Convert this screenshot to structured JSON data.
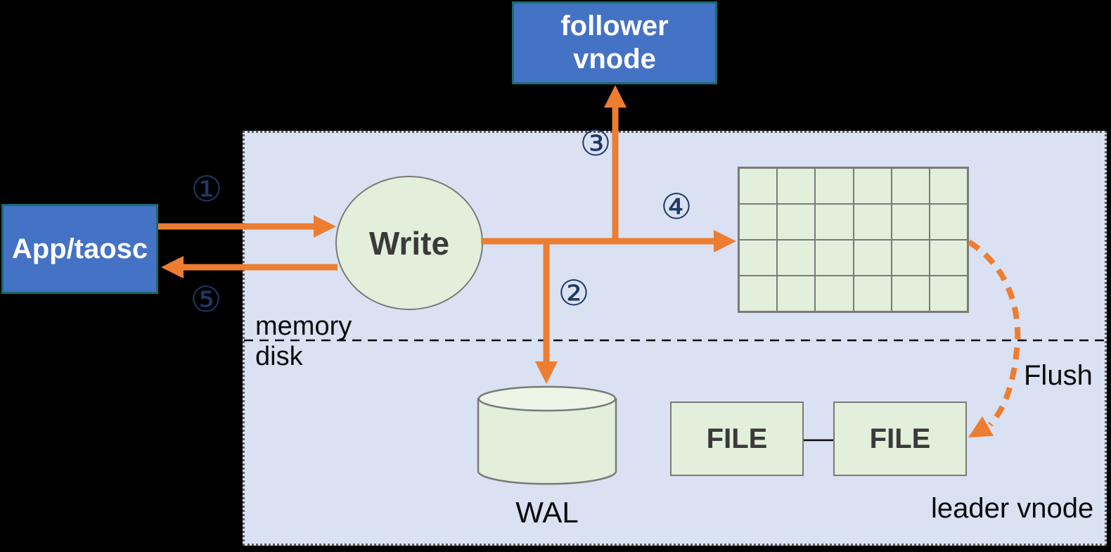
{
  "colors": {
    "background": "#000000",
    "container_fill": "#D9E1F2",
    "node_blue": "#4472C4",
    "node_blue_border": "#1B6A70",
    "node_green": "#E2EFDA",
    "cylinder_top_green": "#EDF5E6",
    "arrow_orange": "#ED7D31",
    "step_number_navy": "#1F3864",
    "shape_border_gray": "#7A7A7A",
    "dark_text": "#3A3A3A"
  },
  "nodes": {
    "app": {
      "label": "App/taosc"
    },
    "follower": {
      "line1": "follower",
      "line2": "vnode"
    },
    "write": {
      "label": "Write"
    },
    "wal": {
      "label": "WAL"
    },
    "file_left": {
      "label": "FILE"
    },
    "file_right": {
      "label": "FILE"
    }
  },
  "annotations": {
    "memory": "memory",
    "disk": "disk",
    "flush": "Flush",
    "leader": "leader vnode"
  },
  "steps": [
    {
      "glyph": "①"
    },
    {
      "glyph": "②"
    },
    {
      "glyph": "③"
    },
    {
      "glyph": "④"
    },
    {
      "glyph": "⑤"
    }
  ],
  "memtable_grid": {
    "rows": 4,
    "cols": 6
  }
}
